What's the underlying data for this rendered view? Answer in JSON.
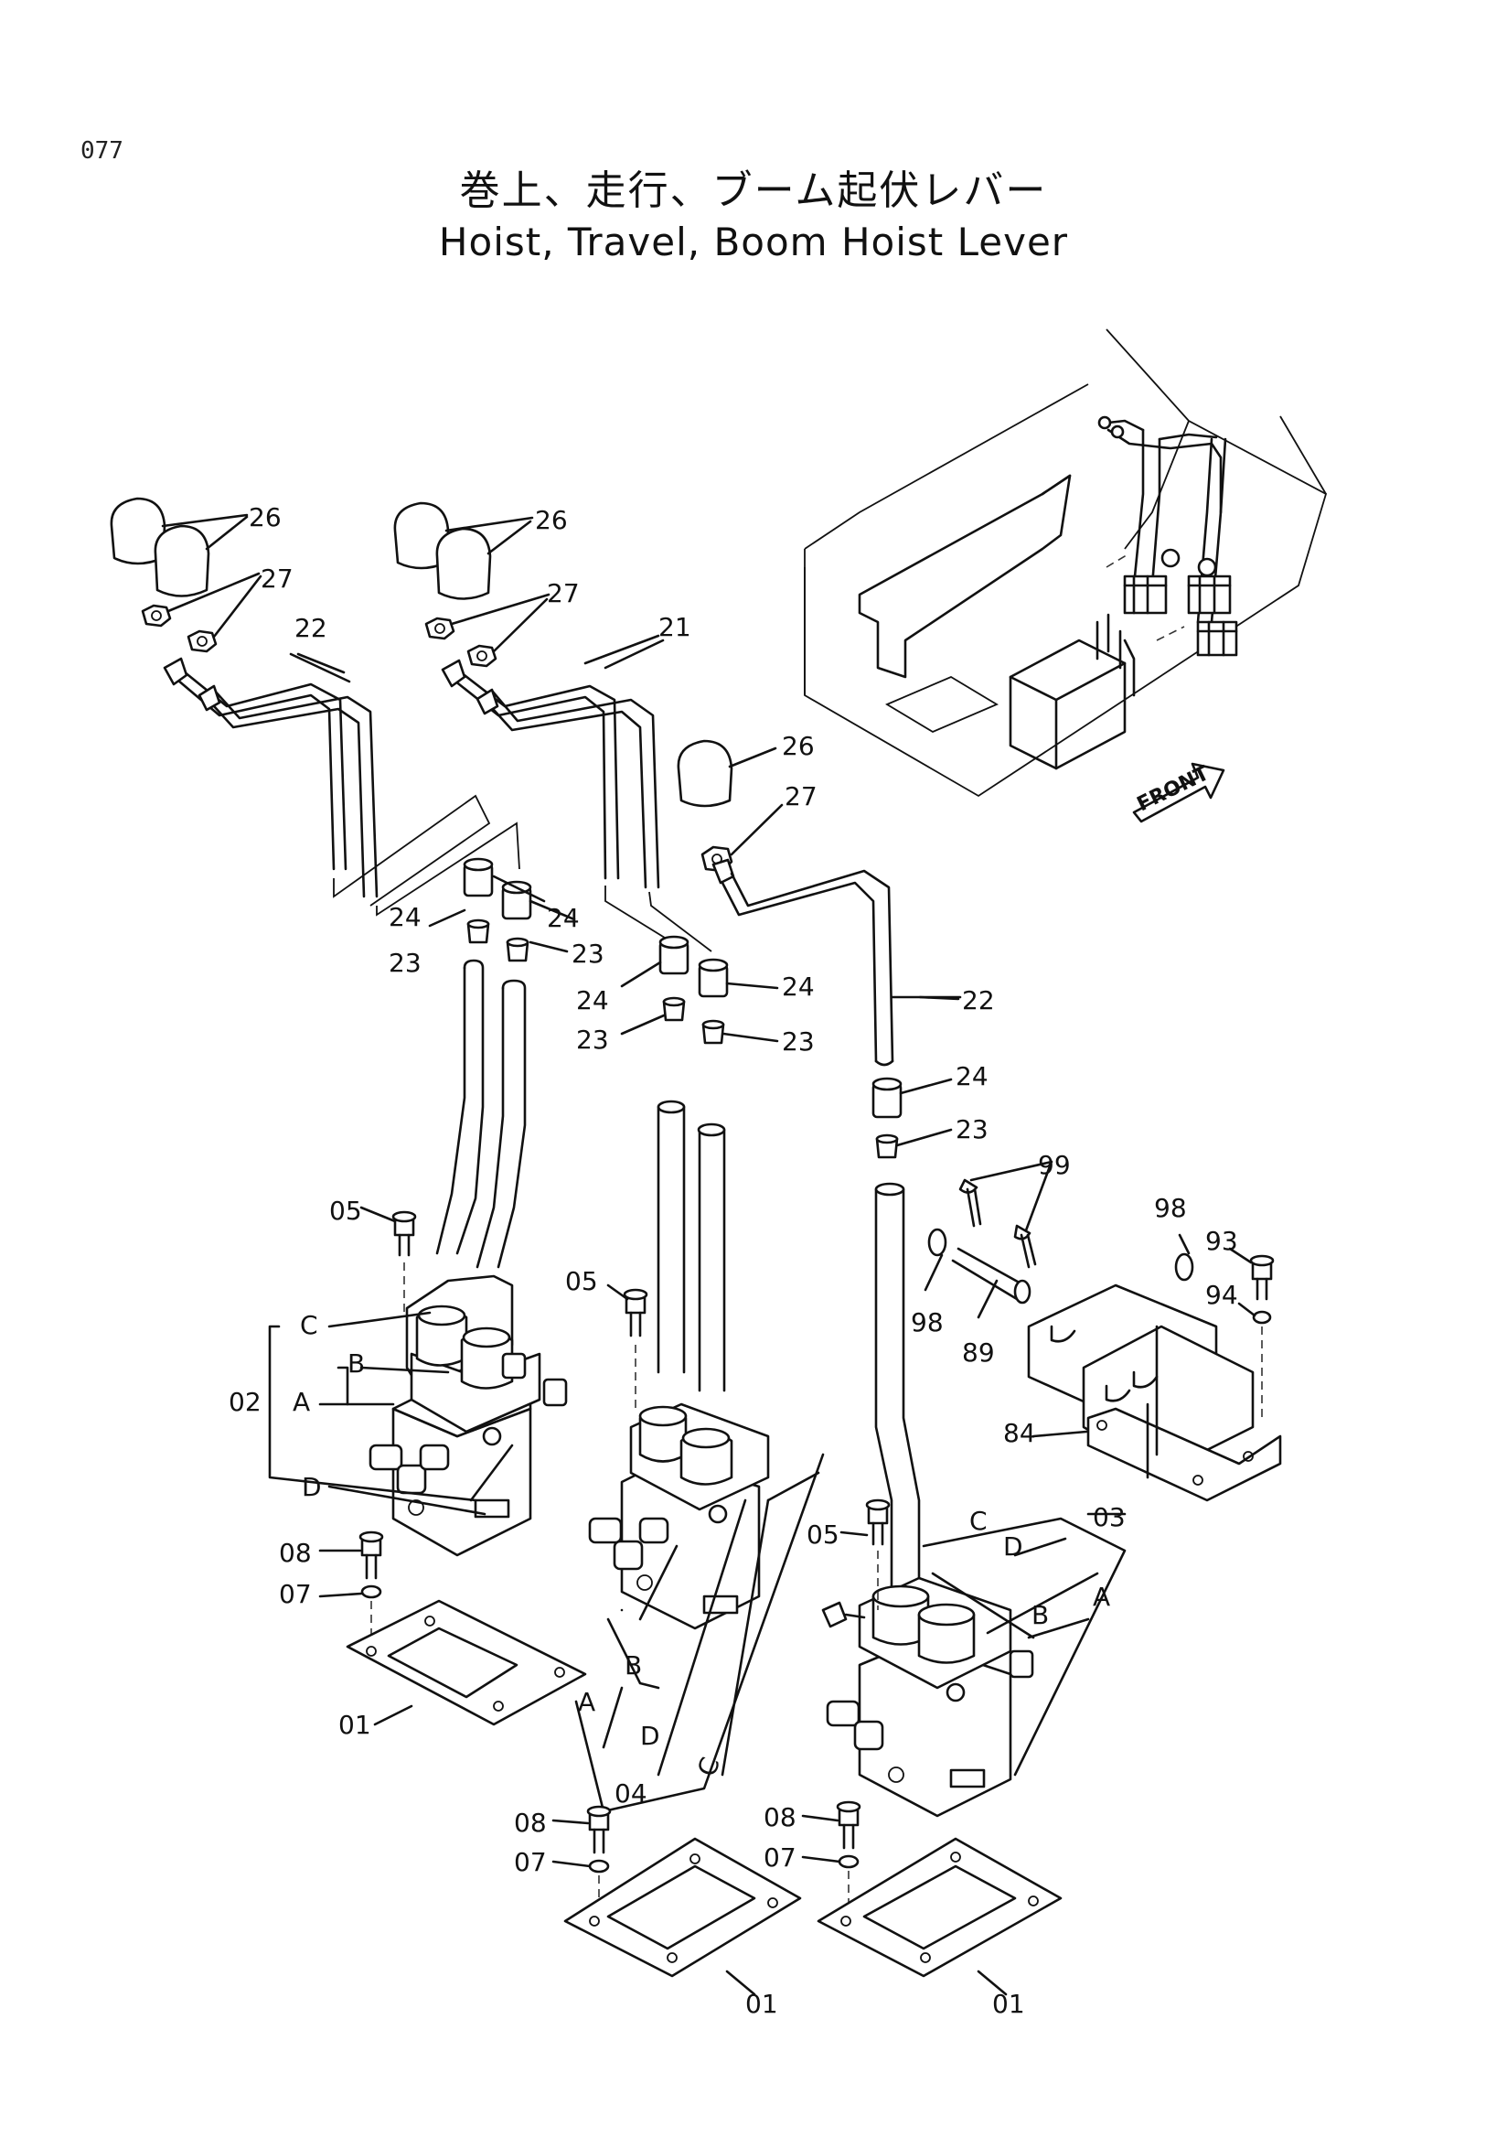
{
  "page": {
    "number": "077"
  },
  "title": {
    "japanese": "巻上、走行、ブーム起伏レバー",
    "english": "Hoist, Travel, Boom Hoist Lever"
  },
  "orientation_label": "FRONT",
  "port_labels": [
    "A",
    "B",
    "C",
    "D"
  ],
  "callouts": [
    "01",
    "02",
    "03",
    "04",
    "05",
    "07",
    "08",
    "21",
    "22",
    "23",
    "24",
    "26",
    "27",
    "84",
    "89",
    "93",
    "94",
    "98",
    "99"
  ],
  "labels": {
    "l26a": "26",
    "l27a": "27",
    "l22a": "22",
    "l26b": "26",
    "l27b": "27",
    "l21": "21",
    "l26c": "26",
    "l27c": "27",
    "l22c": "22",
    "l24a": "24",
    "l24b": "24",
    "l23a": "23",
    "l23b": "23",
    "l24c": "24",
    "l24d": "24",
    "l23c": "23",
    "l23d": "23",
    "l24e": "24",
    "l23e": "23",
    "l99": "99",
    "l98a": "98",
    "l98b": "98",
    "l93": "93",
    "l94": "94",
    "l89": "89",
    "l84": "84",
    "l05a": "05",
    "l05b": "05",
    "l05c": "05",
    "l02": "02",
    "lA1": "A",
    "lB1": "B",
    "lC1": "C",
    "lD1": "D",
    "l08a": "08",
    "l07a": "07",
    "l01a": "01",
    "lA2": "A",
    "lB2": "B",
    "lC2": "C",
    "lD2": "D",
    "l04": "04",
    "l08b": "08",
    "l07b": "07",
    "l01b": "01",
    "l03": "03",
    "lA3": "A",
    "lB3": "B",
    "lC3": "C",
    "lD3": "D",
    "l08c": "08",
    "l07c": "07",
    "l01c": "01"
  }
}
